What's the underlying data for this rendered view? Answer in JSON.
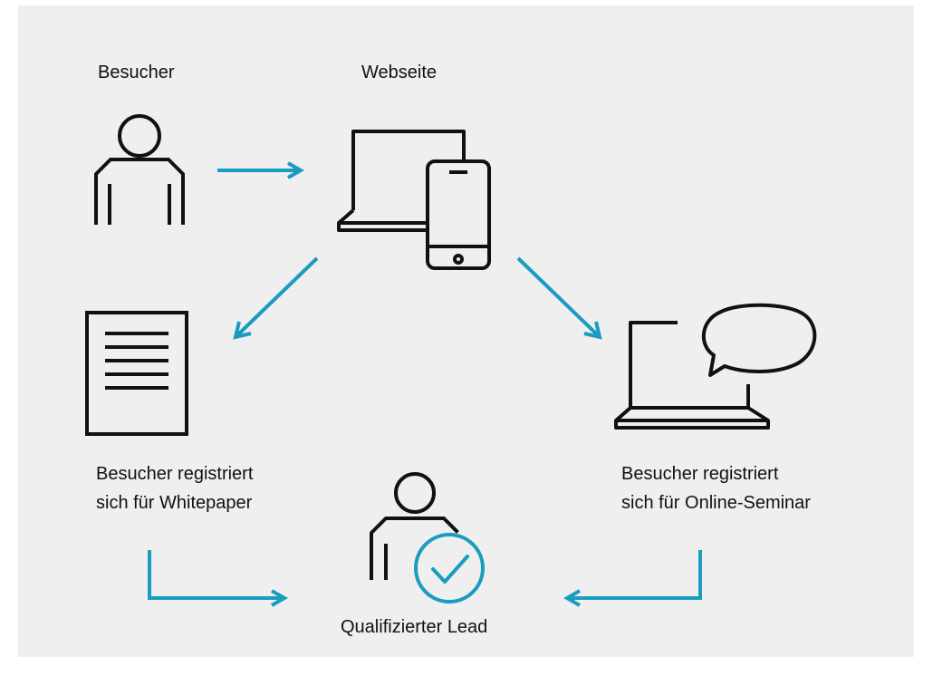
{
  "labels": {
    "visitor": "Besucher",
    "website": "Webseite",
    "whitepaper_line1": "Besucher registriert",
    "whitepaper_line2": "sich für Whitepaper",
    "seminar_line1": "Besucher registriert",
    "seminar_line2": "sich für Online-Seminar",
    "qualified_lead": "Qualifizierter Lead"
  },
  "icons": {
    "visitor": "person-icon",
    "website": "devices-icon",
    "whitepaper": "document-icon",
    "seminar": "laptop-chat-icon",
    "lead": "person-check-icon"
  },
  "colors": {
    "background": "#efefef",
    "ink": "#111111",
    "accent": "#1a9cc0"
  }
}
